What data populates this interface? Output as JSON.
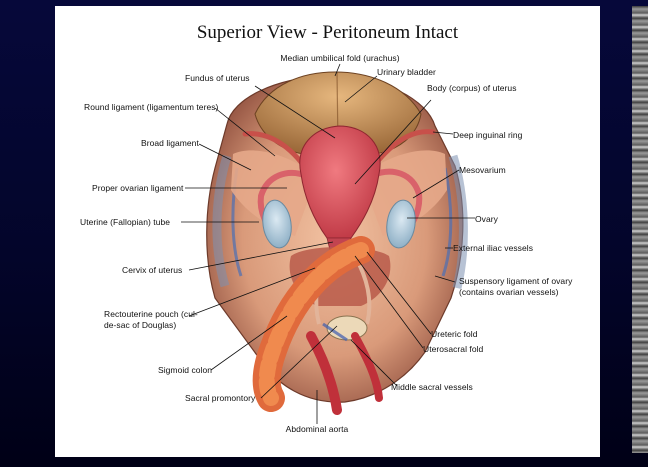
{
  "title": "Superior View - Peritoneum Intact",
  "labels": {
    "median_umbilical_fold": "Median umbilical fold (urachus)",
    "urinary_bladder": "Urinary bladder",
    "fundus_of_uterus": "Fundus of uterus",
    "body_of_uterus": "Body (corpus) of uterus",
    "round_ligament": "Round ligament (ligamentum teres)",
    "deep_inguinal_ring": "Deep inguinal ring",
    "broad_ligament": "Broad ligament",
    "mesovarium": "Mesovarium",
    "proper_ovarian_ligament": "Proper ovarian ligament",
    "ovary": "Ovary",
    "uterine_tube": "Uterine (Fallopian) tube",
    "external_iliac_vessels": "External iliac vessels",
    "cervix_of_uterus": "Cervix of uterus",
    "suspensory_ligament_1": "Suspensory ligament of ovary",
    "suspensory_ligament_2": "(contains ovarian vessels)",
    "rectouterine_pouch_1": "Rectouterine pouch (cul-",
    "rectouterine_pouch_2": "de-sac of Douglas)",
    "ureteric_fold": "Ureteric fold",
    "uterosacral_fold": "Uterosacral fold",
    "sigmoid_colon": "Sigmoid colon",
    "middle_sacral_vessels": "Middle sacral vessels",
    "sacral_promontory": "Sacral promontory",
    "abdominal_aorta": "Abdominal aorta"
  },
  "colors": {
    "background": "#05073a",
    "plate": "#ffffff",
    "uterus": "#d8525a",
    "bladder": "#c98f5a",
    "ovary": "#a9c4d6",
    "colon": "#e2643a",
    "aorta": "#c0303a"
  }
}
